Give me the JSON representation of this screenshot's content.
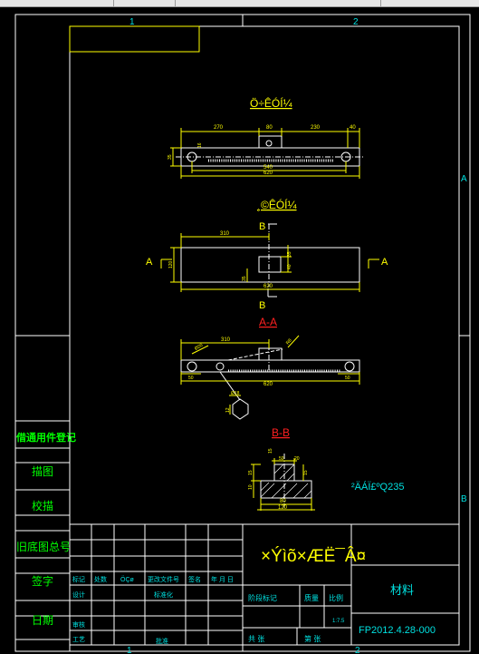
{
  "border_labels": {
    "top_1": "1",
    "top_2": "2",
    "bottom_1": "1",
    "bottom_2": "2",
    "right_a": "A",
    "right_b": "B"
  },
  "views": {
    "front": {
      "title": "Ö÷ÊÓÍ¼",
      "dims": {
        "d270": "270",
        "d80": "80",
        "d230": "230",
        "d40": "40",
        "d540": "540",
        "d620": "620",
        "d35": "35",
        "d16": "16"
      }
    },
    "top": {
      "title": "¸©ÊÓÍ¼",
      "dims": {
        "d310": "310",
        "d120": "120",
        "d35": "35",
        "d40": "40",
        "d35b": "35",
        "d620": "620"
      },
      "cut_a_left": "A",
      "cut_a_right": "A",
      "cut_b_top": "B",
      "cut_b_bottom": "B"
    },
    "section_a": {
      "title": "A-A",
      "dims": {
        "d310": "310",
        "d620": "620",
        "d12": "12",
        "dleft": "Ø20",
        "dright": "R8",
        "d_left2": "Ø18",
        "dl50": "50",
        "dr50": "50"
      }
    },
    "section_b": {
      "title": "B-B",
      "dims": {
        "d50": "50",
        "d20": "20",
        "d15": "15",
        "d80": "80",
        "d120": "120",
        "v1": "15",
        "v2": "10",
        "v3": "15"
      }
    }
  },
  "material_note": "²ÄÁÏ£ºQ235",
  "left_column": [
    "借通用件登记",
    "描图",
    "校描",
    "旧底图总号",
    "签字",
    "日期"
  ],
  "title_block": {
    "part_name": "×Ýìõ×ÆË¯Â¤",
    "material_label": "材料",
    "code": "FP2012.4.28-000",
    "row_headers": [
      "标记",
      "处数",
      "ÖÇø",
      "更改文件号",
      "签名",
      "年 月 日"
    ],
    "design_label": "设计",
    "standardize_label": "标准化",
    "stage_label": "阶段标记",
    "weight_label": "质量",
    "scale_label": "比例",
    "scale_value": "1:7.5",
    "review_label": "审核",
    "process_label": "工艺",
    "approve_label": "批准",
    "sheets_total": "共    张",
    "sheet_no": "第    张"
  }
}
